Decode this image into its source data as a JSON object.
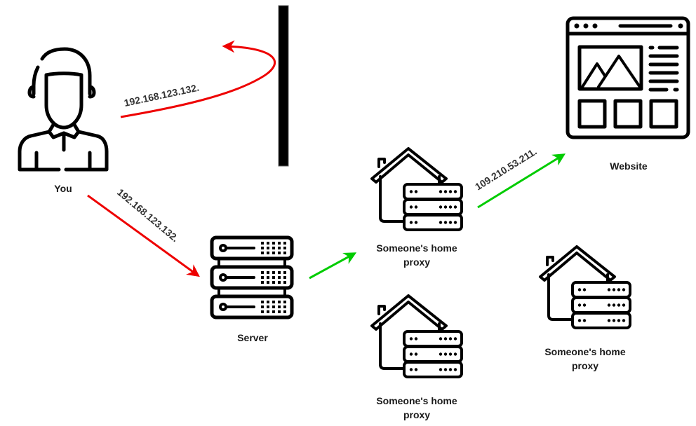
{
  "nodes": {
    "you": {
      "label": "You",
      "icon": "person-icon"
    },
    "server": {
      "label": "Server",
      "icon": "server-rack-icon"
    },
    "proxy_top": {
      "label_line1": "Someone's home",
      "label_line2": "proxy",
      "icon": "home-server-icon"
    },
    "proxy_bottom": {
      "label_line1": "Someone's home",
      "label_line2": "proxy",
      "icon": "home-server-icon"
    },
    "proxy_right": {
      "label_line1": "Someone's home",
      "label_line2": "proxy",
      "icon": "home-server-icon"
    },
    "website": {
      "label": "Website",
      "icon": "browser-window-icon"
    }
  },
  "edges": {
    "blocked": {
      "label": "192.168.123.132.",
      "color": "#ee0000",
      "description": "You -> wall (bounced back)"
    },
    "you_to_server": {
      "label": "192.168.123.132.",
      "color": "#ee0000"
    },
    "server_to_proxy": {
      "label": "",
      "color": "#00cc00"
    },
    "proxy_to_website": {
      "label": "109.210.53.211.",
      "color": "#00cc00"
    }
  },
  "wall": {
    "name": "firewall-barrier",
    "color": "#000000"
  }
}
